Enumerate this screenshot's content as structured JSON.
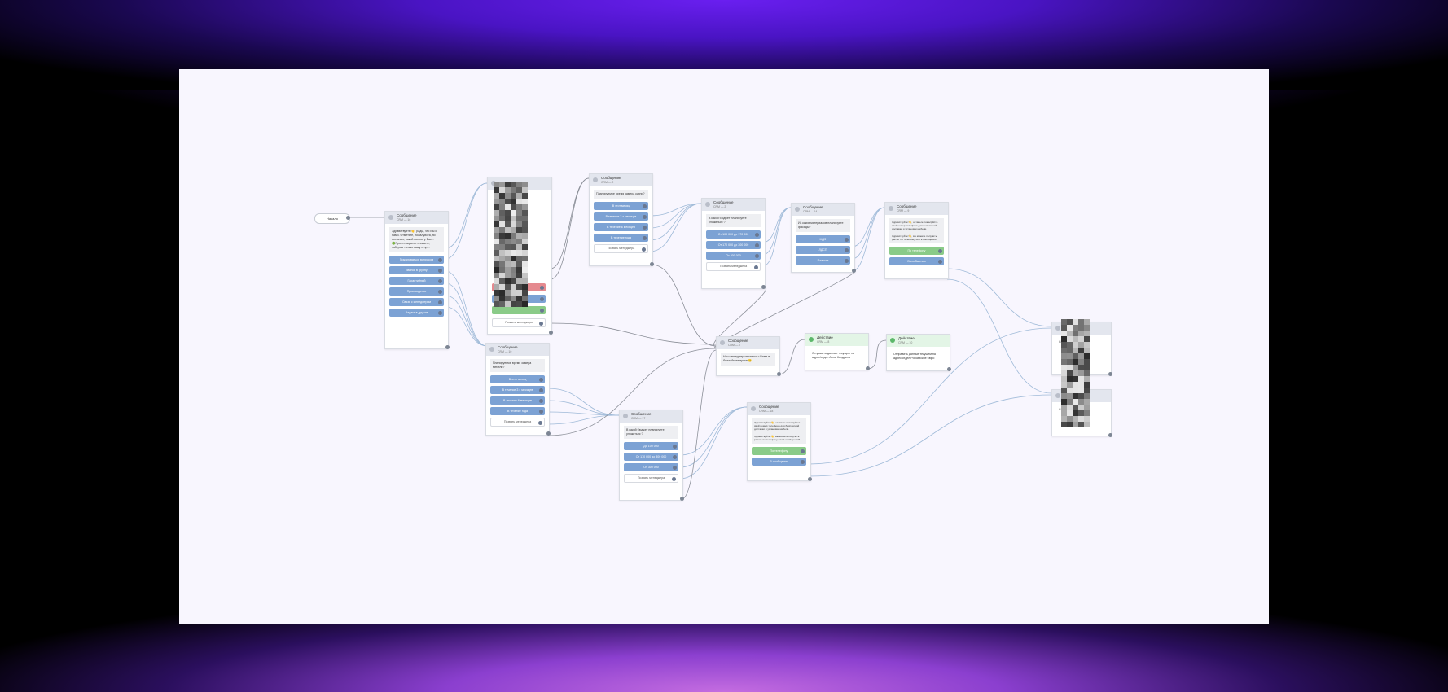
{
  "start": {
    "label": "Начало"
  },
  "nodes": {
    "n1": {
      "title": "Сообщение",
      "subtitle": "CRM — 16",
      "message": "Здравствуйте!👋, рады, что Вы с нами. Отметьте, пожалуйста, по желанию, какой вопрос у Вас...\n🟢Просто вкратце опишите, заберем только кашу и пр…",
      "buttons": [
        "Пожаловаться вопросом",
        "Звонок в группу",
        "Гарантийный",
        "Производство",
        "Связь с менеджером",
        "Задать в другом"
      ]
    },
    "n2": {
      "title": "Сообщение",
      "subtitle": "CRM — 2",
      "message": "Планируемое время замера кухни?",
      "buttons": [
        "В этот месяц",
        "В течение 3 х месяцев",
        "В течение 6 месяцев",
        "В течение года"
      ],
      "ghost": "Позвать менеджера"
    },
    "n3": {
      "title": "Сообщение",
      "subtitle": "CRM — 2",
      "message": "В какой бюджет планируете уложиться ?",
      "buttons": [
        "От 100 000 до 170 000",
        "От 170 000 до 300 000",
        "От 300 000"
      ],
      "ghost": "Позвать менеджера"
    },
    "n4": {
      "title": "Сообщение",
      "subtitle": "CRM — 14",
      "message": "Из каких материалов планируете фасады?",
      "buttons": [
        "МДФ",
        "ЛДСП",
        "Пластик"
      ]
    },
    "n5": {
      "title": "Сообщение",
      "subtitle": "CRM — 9",
      "message": "Здравствуйте!👋, оставьте пожалуйста свой номер телефона для бесплатной доставки и установки мебели.\n\nЗдравствуйте!👋, вы можете получить расчет по телефону или в сообщении?",
      "buttons": [
        "По телефону",
        "В сообщении"
      ]
    },
    "n6": {
      "ghost": "Позвать менеджера"
    },
    "n7": {
      "title": "Сообщение",
      "subtitle": "CRM — 10",
      "message": "Планируемое время замера мебели?",
      "buttons": [
        "В этот месяц",
        "В течение 3 х месяцев",
        "В течение 6 месяцев",
        "В течение года"
      ],
      "ghost": "Позвать менеджера"
    },
    "n8": {
      "title": "Сообщение",
      "subtitle": "CRM — 7",
      "message": "Наш менеджер свяжется с Вами в ближайшее время🙂"
    },
    "n9": {
      "title": "Действие",
      "subtitle": "CRM — 8",
      "message": "Отправить данные текущем на адрес/отдел Анна Кондрина"
    },
    "n10": {
      "title": "Действие",
      "subtitle": "CRM — 10",
      "message": "Отправить данные текущем на адрес/отдел Российское бюро"
    },
    "n11": {
      "title": "Сообщение",
      "subtitle": "CRM — 17",
      "message": "В какой бюджет планируете уложиться ?",
      "buttons": [
        "До 100 000",
        "От 170 000 до 300 000",
        "От 300 000"
      ],
      "ghost": "Позвать менеджера"
    },
    "n12": {
      "title": "Сообщение",
      "subtitle": "CRM — 18",
      "message": "Здравствуйте!👋, оставьте пожалуйста свой номер телефона для бесплатной доставки и установки мебели.\n\nЗдравствуйте!👋, вы можете получить расчет по телефону или в сообщении?",
      "buttons": [
        "По телефону",
        "В сообщении"
      ]
    },
    "n13": {
      "message": "Сообщение"
    },
    "n14": {
      "message": "Сообщение"
    }
  },
  "colors": {
    "button": "#7ca2d4",
    "button_green": "#8acb88",
    "button_red": "#e58a8f",
    "edge": "#9fbad8"
  }
}
